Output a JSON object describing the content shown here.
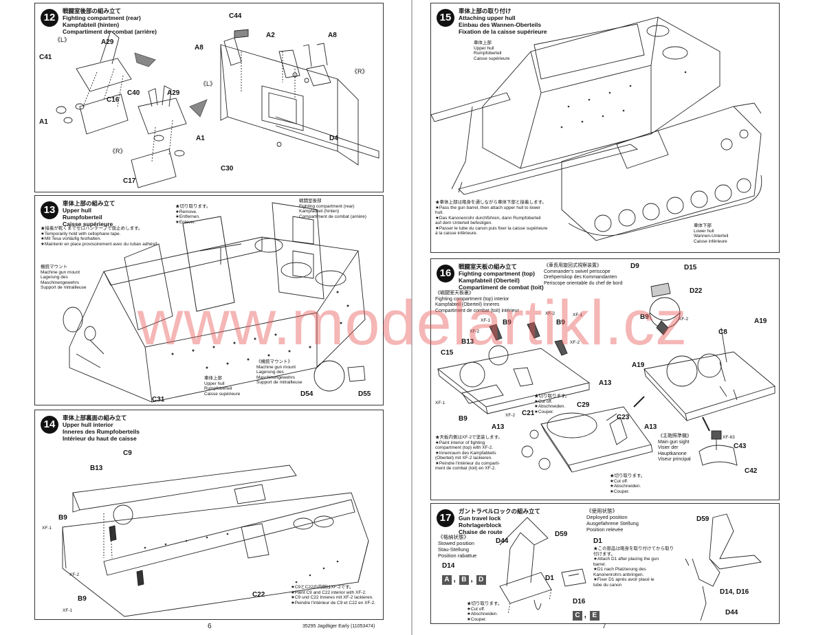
{
  "watermark": "www.modelartikl.cz",
  "footer": {
    "left_page": "6",
    "right_page": "7",
    "code": "35295 Jagdtiger Early (11053474)"
  },
  "steps": {
    "s12": {
      "num": "12",
      "title": [
        "戦闘室後部の組み立て",
        "Fighting compartment (rear)",
        "Kampfabteil (hinten)",
        "Compartiment de combat (arrière)"
      ],
      "labels": {
        "l_left": "《L》",
        "l_right": "《R》",
        "right_r": "《R》",
        "right_l": "《L》",
        "A29a": "A29",
        "C41": "C41",
        "C16": "C16",
        "A1a": "A1",
        "C40": "C40",
        "A29b": "A29",
        "A1b": "A1",
        "C17": "C17",
        "C44": "C44",
        "A2": "A2",
        "A8a": "A8",
        "A8b": "A8",
        "D4": "D4",
        "C30": "C30"
      }
    },
    "s13": {
      "num": "13",
      "title": [
        "車体上部の組み立て",
        "Upper hull",
        "Rumpfoberteil",
        "Caisse supérieure"
      ],
      "tape_note": [
        "★接着が乾くまでセロハンテープで仮止めします。",
        "★Temporarily hold with cellophane tape.",
        "★Mit Tesa vorläufig festhalten.",
        "★Maintenir en place provisoirement avec du ruban adhésif."
      ],
      "cut_note": [
        "★切り取ります。",
        "★Remove.",
        "★Entfernen.",
        "★Enlever."
      ],
      "fight_rear": [
        "戦闘室後部",
        "Fighting compartment (rear)",
        "Kampfabteil (hinten)",
        "Compartiment de combat (arrière)"
      ],
      "mg_mount": [
        "機銃マウント",
        "Machine gun mount",
        "Lagerung des",
        "Maschinengewehrs",
        "Support de mitrailleuse"
      ],
      "upper_hull": [
        "車体上部",
        "Upper hull",
        "Rumpfoberteil",
        "Caisse supérieure"
      ],
      "mg_mount2": [
        "《機銃マウント》",
        "Machine gun mount",
        "Lagerung des",
        "Maschinengewehrs",
        "Support de mitrailleuse"
      ],
      "labels": {
        "C31": "C31",
        "D54": "D54",
        "D55": "D55"
      }
    },
    "s14": {
      "num": "14",
      "title": [
        "車体上部裏面の組み立て",
        "Upper hull interior",
        "Inneres des Rumpfoberteils",
        "Intérieur du haut de caisse"
      ],
      "paint_note": [
        "★C9とC22の内側はXF-2です。",
        "★Paint C9 and C22 interior with XF-2.",
        "★C9 und C22 Inneres mit XF-2 lackieren.",
        "★Peindre l'intérieur de C9 et C22 en XF-2."
      ],
      "labels": {
        "C9": "C9",
        "B13": "B13",
        "B9a": "B9",
        "XF1a": "XF-1",
        "XF2": "XF-2",
        "B9b": "B9",
        "XF1b": "XF-1",
        "C22": "C22"
      }
    },
    "s15": {
      "num": "15",
      "title": [
        "車体上部の取り付け",
        "Attaching upper hull",
        "Einbau des Wannen-Oberteils",
        "Fixation de la caisse supérieure"
      ],
      "upper_hull": [
        "車体上部",
        "Upper hull",
        "Rumpfoberteil",
        "Caisse supérieure"
      ],
      "lower_hull": [
        "車体下部",
        "Lower hull",
        "Wannen-Unterteil",
        "Caisse inférieure"
      ],
      "note": [
        "★車体上部は砲身を通しながら車体下部と接着します。",
        "★Pass the gun barrel, then attach upper hull to lower",
        "hull.",
        "★Das Kanonenrohr durchführen, dann Rumpfoberteil",
        "auf dem Unterteil befestigen.",
        "★Passer le tube du canon puis fixer la caisse supérieure",
        "à la caisse inférieure."
      ]
    },
    "s16": {
      "num": "16",
      "title": [
        "戦闘室天板の組み立て",
        "Fighting compartment (top)",
        "Kampfabteil (Oberteil)",
        "Compartiment de combat (toit)"
      ],
      "interior": [
        "《戦闘室天板裏》",
        "Fighting compartment (top) interior",
        "Kampfabteil (Oberteil) Inneres",
        "Compartiment de combat (toit) intérieur"
      ],
      "periscope": [
        "《車長用旋回式視察装置》",
        "Commander's swivel periscope",
        "Drehperiskop des Kommandanten",
        "Periscope orientable du chef de bord"
      ],
      "cut1": [
        "★切り取ります。",
        "★Cut off.",
        "★Abschneiden.",
        "★Couper."
      ],
      "cut2": [
        "★切り取ります。",
        "★Cut off.",
        "★Abschneiden.",
        "★Couper."
      ],
      "paint_note": [
        "★天板内側はXF-2で塗装します。",
        "★Paint interior of fighting",
        "compartment (top) with XF-2.",
        "★Innenraum des Kampfabteils",
        "(Oberteil) mit XF-2 lackieren.",
        "★Peindre l'intérieur du comparti-",
        "ment de combat (toit) en XF-2."
      ],
      "gunsight": [
        "《主砲照準機》",
        "Main gun sight",
        "Visier der",
        "Hauptkanone",
        "Viseur principal"
      ],
      "labels": {
        "D9": "D9",
        "D15": "D15",
        "D22": "D22",
        "B9a": "B9",
        "XF2a": "XF-2",
        "A19a": "A19",
        "XF1a": "XF-1",
        "XF2b": "XF-2",
        "B9b": "B9",
        "XF2c": "XF-2",
        "B9c": "B9",
        "XF1b": "XF-1",
        "B13": "B13",
        "XF2d": "XF-2",
        "C8": "C8",
        "A19b": "A19",
        "C15": "C15",
        "XF1c": "XF-1",
        "B9d": "B9",
        "XF2e": "XF-2",
        "C21": "C21",
        "C29": "C29",
        "A13a": "A13",
        "A13b": "A13",
        "C23": "C23",
        "A13c": "A13",
        "XF63": "XF-63",
        "C43": "C43",
        "C42": "C42"
      }
    },
    "s17": {
      "num": "17",
      "title": [
        "ガントラベルロックの組み立て",
        "Gun travel lock",
        "Rohrlagerblock",
        "Chaise de route"
      ],
      "stowed": [
        "《格納状態》",
        "Stowed position",
        "Stau-Stellung",
        "Position rabattue"
      ],
      "deployed": [
        "《使用状態》",
        "Deployed position",
        "Ausgefahrene Stellung",
        "Position relevée"
      ],
      "d1_note": [
        "★この部品は砲身を取り付けてから取り",
        "付けます。",
        "★Attach D1 after placing the gun",
        "barrel.",
        "★D1 nach Platzierung des",
        "Kanonenrohrs anbringen.",
        "★Fixer D1 après avoir placé le",
        "tube du canon"
      ],
      "cut": [
        "★切り取ります。",
        "★Cut off.",
        "★Abschneiden.",
        "★Couper."
      ],
      "letters1": [
        "A",
        "B",
        "D"
      ],
      "letters2": [
        "C",
        "E"
      ],
      "labels": {
        "D44a": "D44",
        "D59a": "D59",
        "D14": "D14",
        "D1a": "D1",
        "D16": "D16",
        "D59b": "D59",
        "D1b": "D1",
        "D14D16": "D14, D16",
        "D44b": "D44"
      }
    }
  }
}
